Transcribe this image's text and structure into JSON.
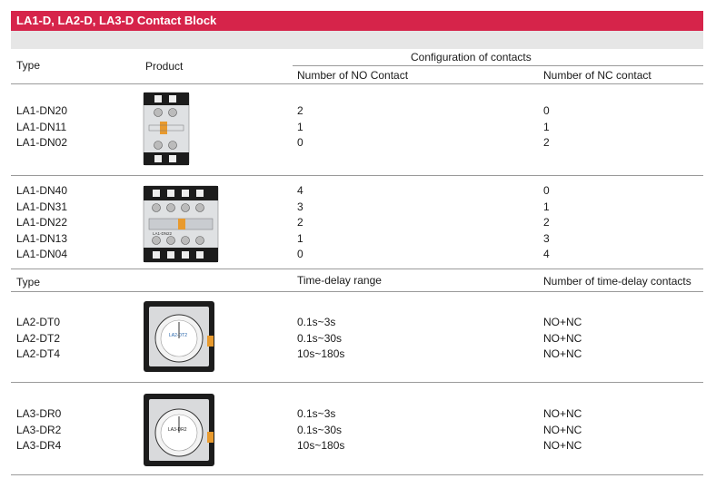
{
  "title": "LA1-D, LA2-D, LA3-D Contact Block",
  "header1": {
    "type": "Type",
    "product": "Product",
    "config": "Configuration of contacts",
    "no_contact": "Number of NO Contact",
    "nc_contact": "Number of NC contact"
  },
  "group1": {
    "types": [
      "LA1-DN20",
      "LA1-DN11",
      "LA1-DN02"
    ],
    "no": [
      "2",
      "1",
      "0"
    ],
    "nc": [
      "0",
      "1",
      "2"
    ]
  },
  "group2": {
    "types": [
      "LA1-DN40",
      "LA1-DN31",
      "LA1-DN22",
      "LA1-DN13",
      "LA1-DN04"
    ],
    "no": [
      "4",
      "3",
      "2",
      "1",
      "0"
    ],
    "nc": [
      "0",
      "1",
      "2",
      "3",
      "4"
    ],
    "product_label": "LA1-DN22"
  },
  "header2": {
    "type": "Type",
    "range": "Time-delay range",
    "contacts": "Number of time-delay contacts"
  },
  "group3": {
    "types": [
      "LA2-DT0",
      "LA2-DT2",
      "LA2-DT4"
    ],
    "range": [
      "0.1s~3s",
      "0.1s~30s",
      "10s~180s"
    ],
    "contacts": [
      "NO+NC",
      "NO+NC",
      "NO+NC"
    ],
    "dial_label": "LA2-DT2"
  },
  "group4": {
    "types": [
      "LA3-DR0",
      "LA3-DR2",
      "LA3-DR4"
    ],
    "range": [
      "0.1s~3s",
      "0.1s~30s",
      "10s~180s"
    ],
    "contacts": [
      "NO+NC",
      "NO+NC",
      "NO+NC"
    ],
    "dial_label": "LA3-DR2"
  }
}
